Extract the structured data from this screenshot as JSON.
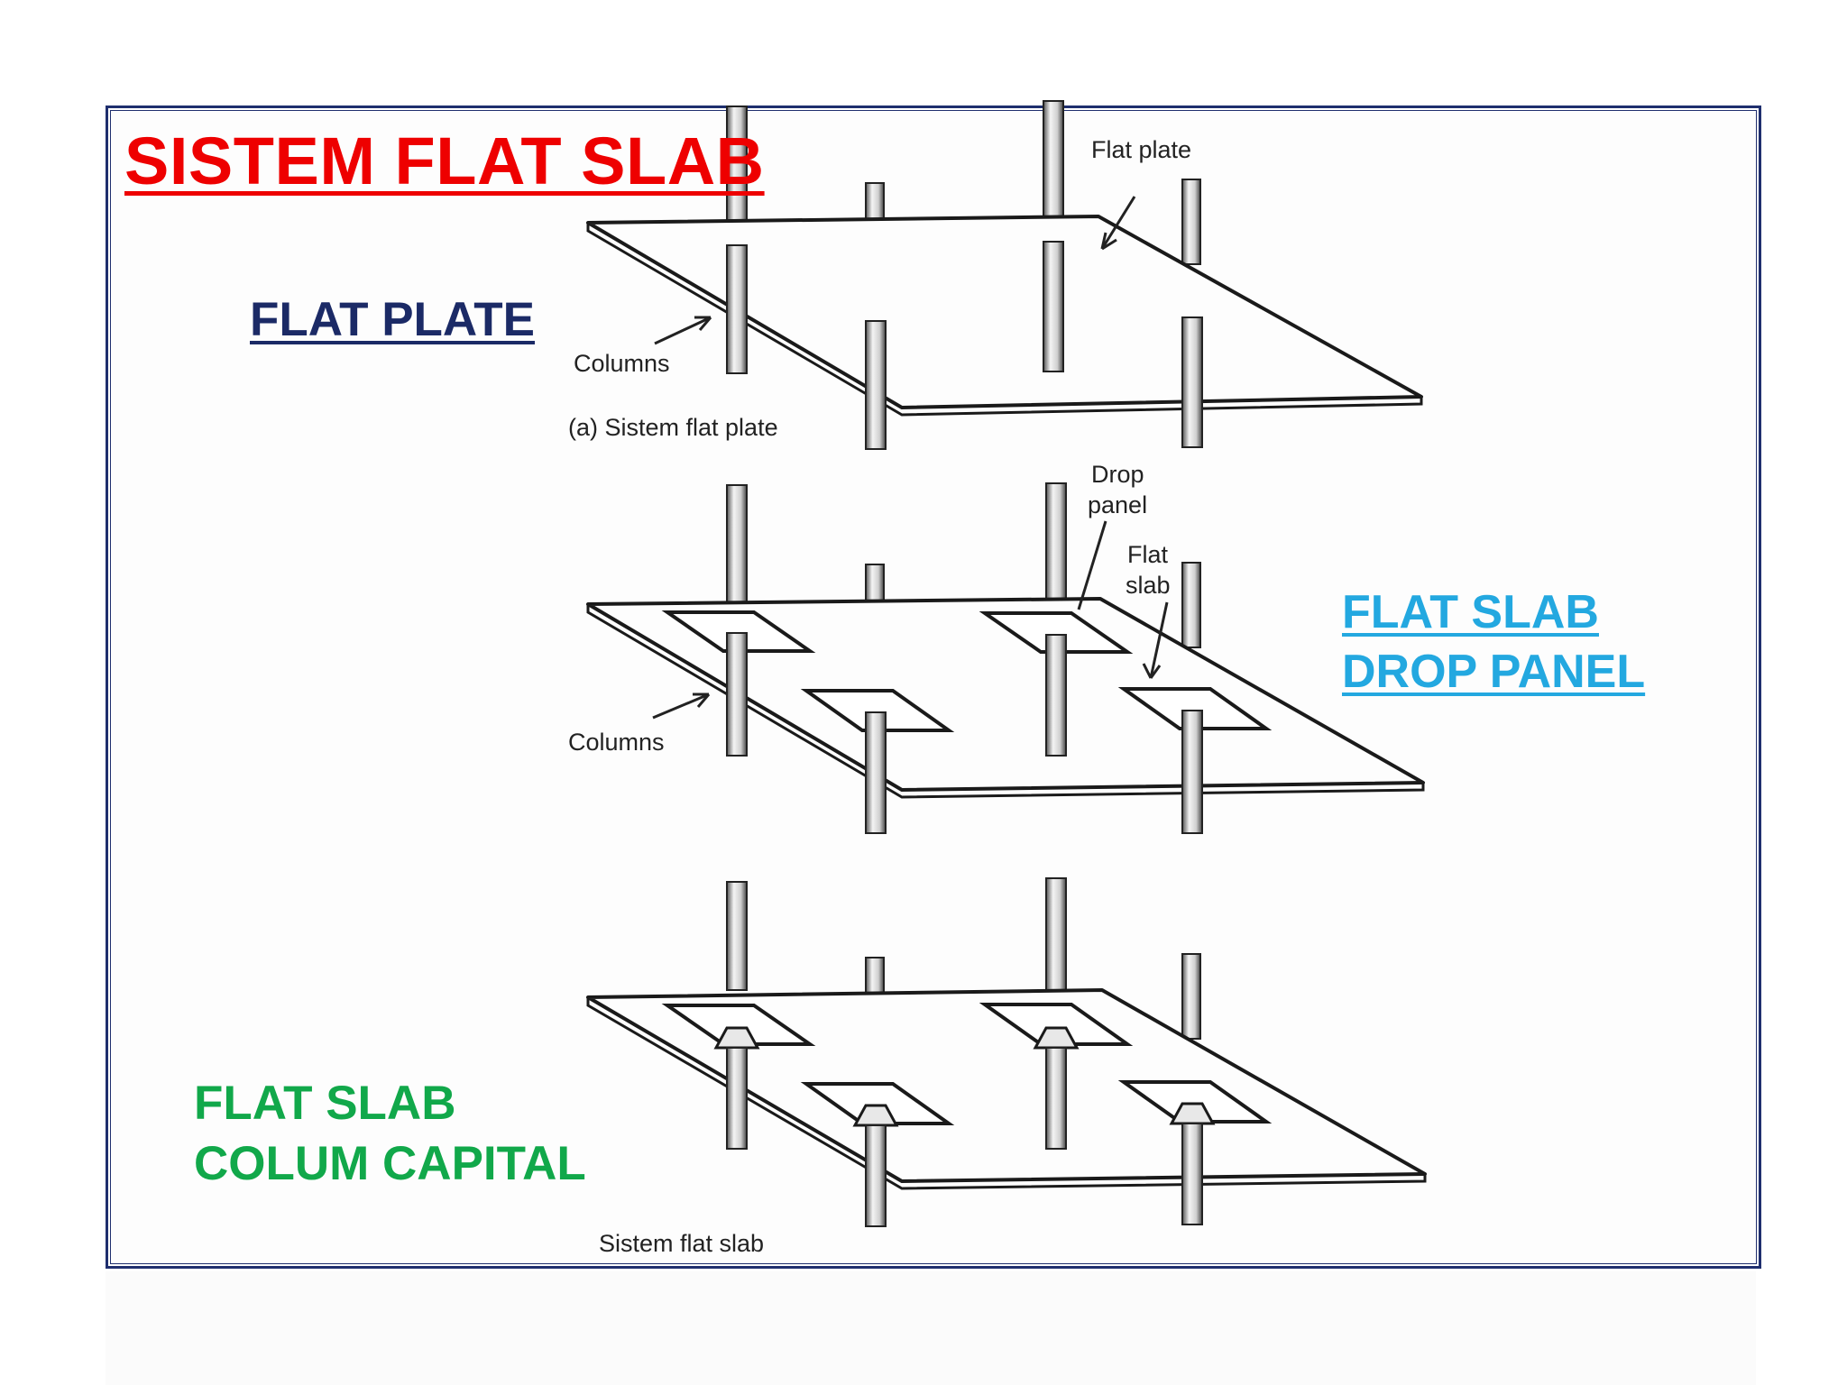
{
  "title": "SISTEM FLAT SLAB",
  "labels": {
    "flat_plate": "FLAT PLATE",
    "flat_slab_drop_panel_line1": "FLAT SLAB",
    "flat_slab_drop_panel_line2": "DROP PANEL",
    "flat_slab_capital_line1": "FLAT SLAB",
    "flat_slab_capital_line2": "COLUM CAPITAL"
  },
  "diagram_captions": {
    "flat_plate": "Flat plate",
    "columns_a": "Columns",
    "sistem_flat_plate": "(a) Sistem flat plate",
    "drop_panel_1": "Drop",
    "drop_panel_2": "panel",
    "flat_slab_1": "Flat",
    "flat_slab_2": "slab",
    "columns_b": "Columns",
    "sistem_flat_slab": "Sistem flat slab"
  },
  "colors": {
    "title": "#ee0000",
    "flat_plate": "#1b2a66",
    "drop_panel": "#23a8e0",
    "capital": "#11a84a",
    "frame": "#1f2f6e"
  }
}
